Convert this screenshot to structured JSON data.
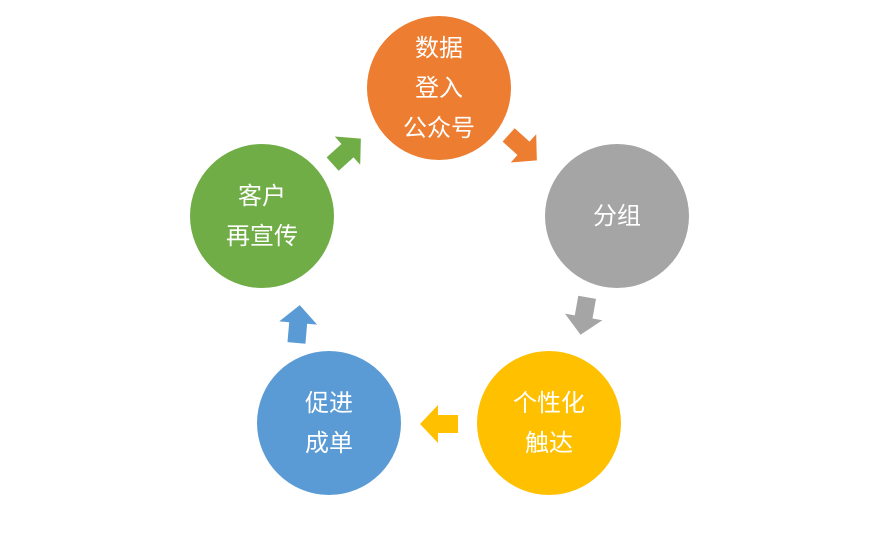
{
  "nodes": [
    {
      "id": "data-entry",
      "lines": [
        "数据",
        "登入",
        "公众号"
      ],
      "color": "#ED7D31"
    },
    {
      "id": "grouping",
      "lines": [
        "分组"
      ],
      "color": "#A5A5A5"
    },
    {
      "id": "personalized-reach",
      "lines": [
        "个性化",
        "触达"
      ],
      "color": "#FFC000"
    },
    {
      "id": "promote-deal",
      "lines": [
        "促进",
        "成单"
      ],
      "color": "#5B9BD5"
    },
    {
      "id": "customer-repromote",
      "lines": [
        "客户",
        "再宣传"
      ],
      "color": "#70AD47"
    }
  ],
  "arrows": [
    {
      "from": "data-entry",
      "to": "grouping",
      "color": "#ED7D31"
    },
    {
      "from": "grouping",
      "to": "personalized-reach",
      "color": "#A5A5A5"
    },
    {
      "from": "personalized-reach",
      "to": "promote-deal",
      "color": "#FFC000"
    },
    {
      "from": "promote-deal",
      "to": "customer-repromote",
      "color": "#5B9BD5"
    },
    {
      "from": "customer-repromote",
      "to": "data-entry",
      "color": "#70AD47"
    }
  ]
}
